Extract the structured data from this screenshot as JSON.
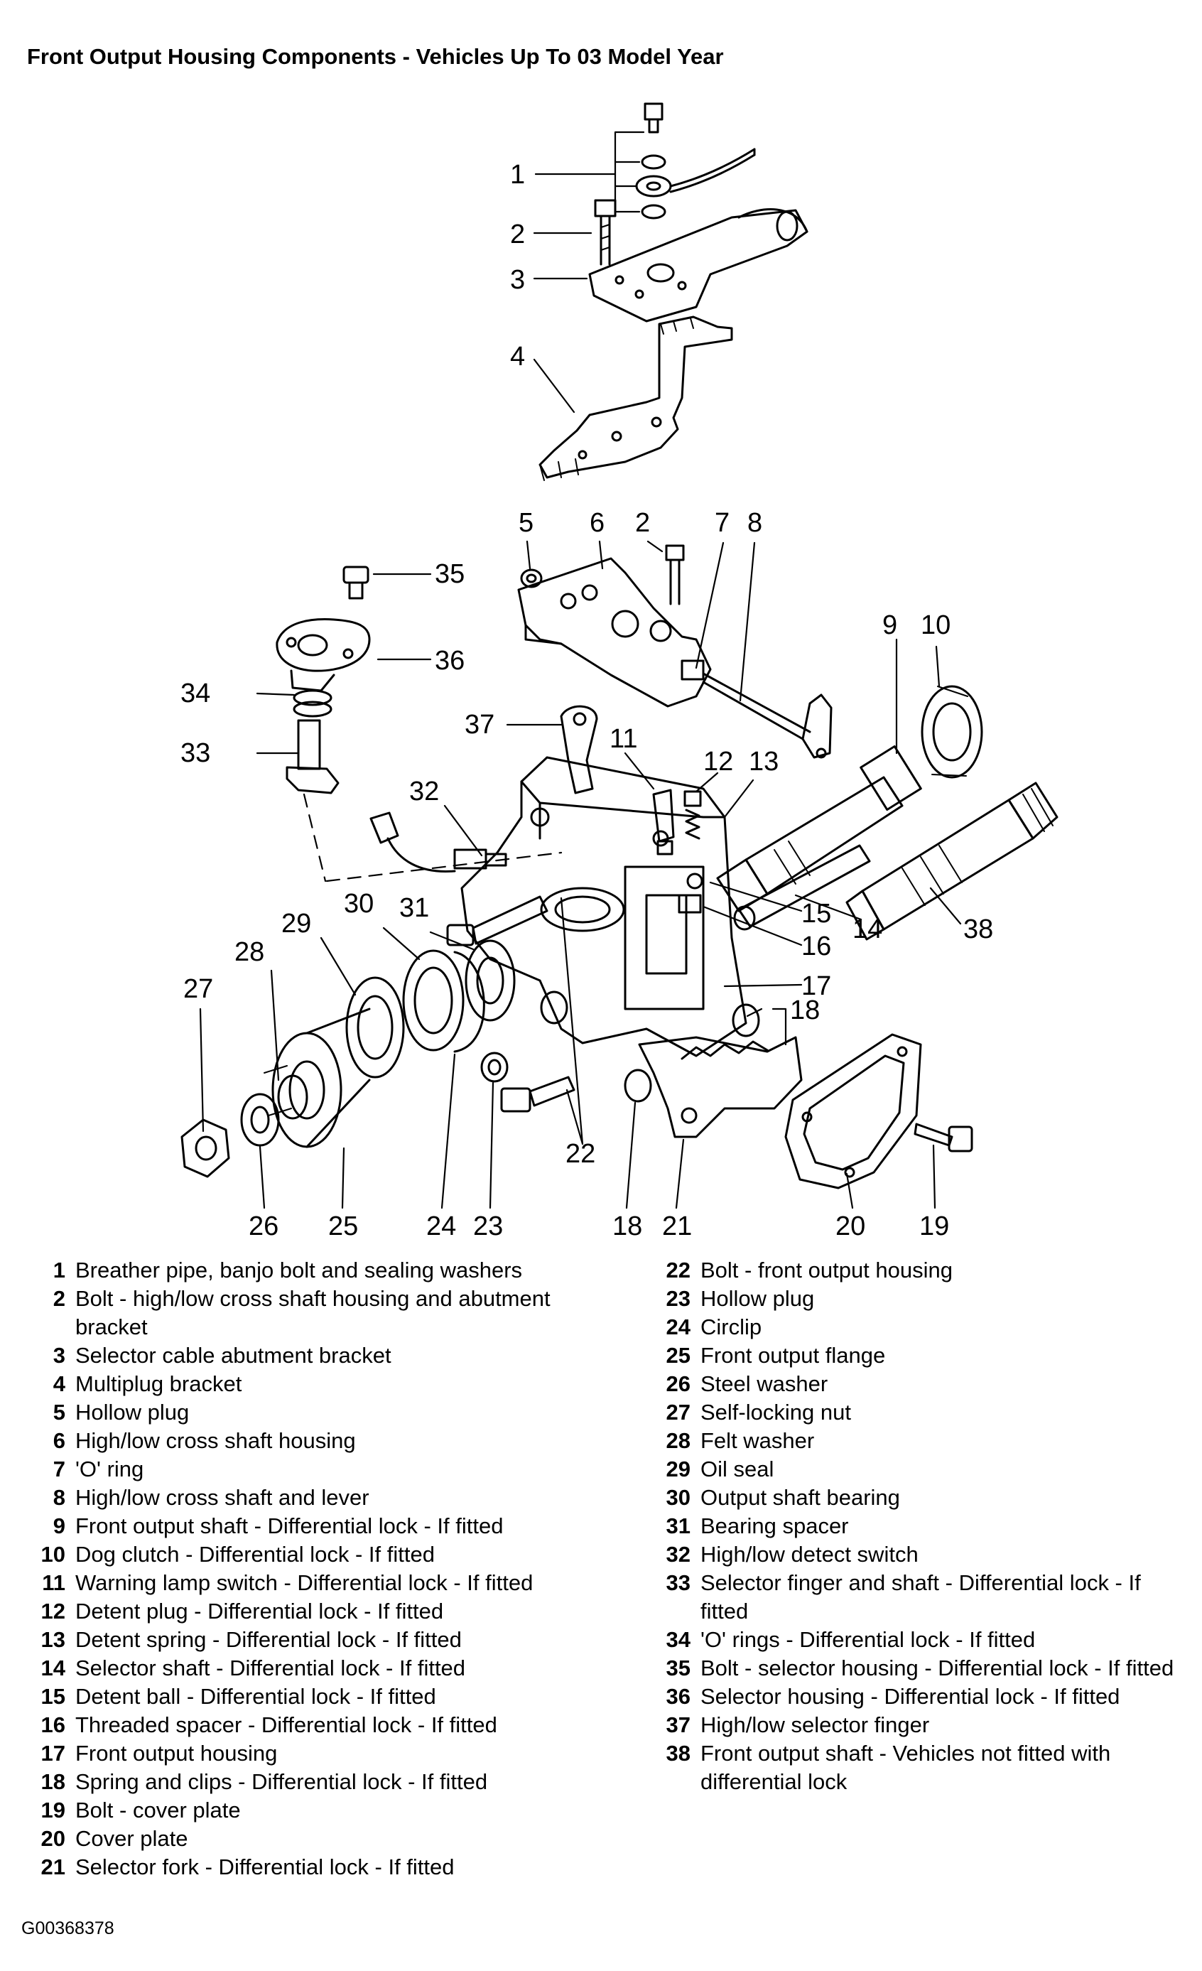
{
  "title": "Front Output Housing Components - Vehicles Up To 03 Model Year",
  "figure_code": "G00368378",
  "callouts": [
    "1",
    "2",
    "3",
    "4",
    "5",
    "6",
    "2",
    "7",
    "8",
    "35",
    "36",
    "34",
    "33",
    "9",
    "10",
    "37",
    "11",
    "12",
    "13",
    "32",
    "29",
    "30",
    "31",
    "15",
    "14",
    "38",
    "16",
    "28",
    "27",
    "17",
    "18",
    "22",
    "26",
    "25",
    "24",
    "23",
    "18",
    "21",
    "20",
    "19"
  ],
  "legend_left": [
    {
      "num": "1",
      "text": "Breather pipe, banjo bolt and sealing washers"
    },
    {
      "num": "2",
      "text": "Bolt - high/low cross shaft housing and abutment bracket"
    },
    {
      "num": "3",
      "text": "Selector cable abutment bracket"
    },
    {
      "num": "4",
      "text": "Multiplug bracket"
    },
    {
      "num": "5",
      "text": "Hollow plug"
    },
    {
      "num": "6",
      "text": "High/low cross shaft housing"
    },
    {
      "num": "7",
      "text": "'O' ring"
    },
    {
      "num": "8",
      "text": "High/low cross shaft and lever"
    },
    {
      "num": "9",
      "text": "Front output shaft - Differential lock - If fitted"
    },
    {
      "num": "10",
      "text": "Dog clutch - Differential lock - If fitted"
    },
    {
      "num": "11",
      "text": "Warning lamp switch - Differential lock - If fitted"
    },
    {
      "num": "12",
      "text": "Detent plug - Differential lock - If fitted"
    },
    {
      "num": "13",
      "text": "Detent spring - Differential lock - If fitted"
    },
    {
      "num": "14",
      "text": "Selector shaft - Differential lock - If fitted"
    },
    {
      "num": "15",
      "text": "Detent ball - Differential lock - If fitted"
    },
    {
      "num": "16",
      "text": "Threaded spacer - Differential lock - If fitted"
    },
    {
      "num": "17",
      "text": "Front output housing"
    },
    {
      "num": "18",
      "text": "Spring and clips - Differential lock - If fitted"
    },
    {
      "num": "19",
      "text": "Bolt - cover plate"
    },
    {
      "num": "20",
      "text": "Cover plate"
    },
    {
      "num": "21",
      "text": "Selector fork - Differential lock - If fitted"
    }
  ],
  "legend_right": [
    {
      "num": "22",
      "text": "Bolt - front output housing"
    },
    {
      "num": "23",
      "text": "Hollow plug"
    },
    {
      "num": "24",
      "text": "Circlip"
    },
    {
      "num": "25",
      "text": "Front output flange"
    },
    {
      "num": "26",
      "text": "Steel washer"
    },
    {
      "num": "27",
      "text": "Self-locking nut"
    },
    {
      "num": "28",
      "text": "Felt washer"
    },
    {
      "num": "29",
      "text": "Oil seal"
    },
    {
      "num": "30",
      "text": "Output shaft bearing"
    },
    {
      "num": "31",
      "text": "Bearing spacer"
    },
    {
      "num": "32",
      "text": "High/low detect switch"
    },
    {
      "num": "33",
      "text": "Selector finger and shaft - Differential lock - If fitted"
    },
    {
      "num": "34",
      "text": "'O' rings - Differential lock - If fitted"
    },
    {
      "num": "35",
      "text": "Bolt - selector housing - Differential lock - If fitted"
    },
    {
      "num": "36",
      "text": "Selector housing - Differential lock - If fitted"
    },
    {
      "num": "37",
      "text": "High/low selector finger"
    },
    {
      "num": "38",
      "text": "Front output shaft - Vehicles not fitted with differential lock"
    }
  ]
}
